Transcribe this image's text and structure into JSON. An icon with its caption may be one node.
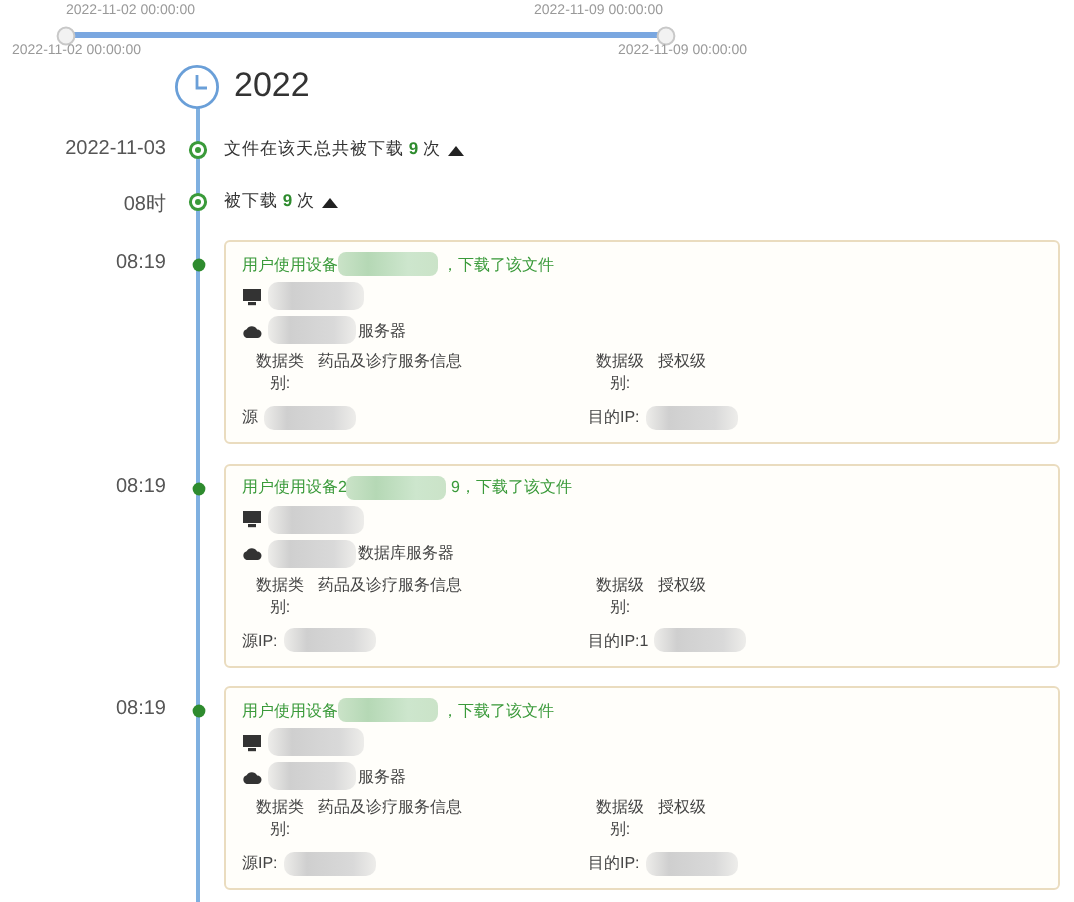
{
  "diagram": {
    "nodes": [
      {
        "text": [
          "用户使用设备",
          "，下载了该文件",
          "服务器",
          "数据类别:",
          "药品及诊疗服务信息",
          "数据级别:",
          "授权级",
          "源",
          "目的IP:"
        ],
        "beside": [
          "08:19"
        ]
      },
      {
        "text": [
          "用户使用设备2",
          "9，下载了该文件",
          "数据库服务器",
          "数据类别:",
          "药品及诊疗服务信息",
          "数据级别:",
          "授权级",
          "源IP:",
          "目的IP:1"
        ],
        "beside": [
          "08:19"
        ]
      },
      {
        "text": [
          "用户使用设备",
          "，下载了该文件",
          "服务器",
          "数据类别:",
          "药品及诊疗服务信息",
          "数据级别:",
          "授权级",
          "源IP:",
          "目的IP:"
        ],
        "beside": [
          "08:19"
        ]
      }
    ],
    "labels": [
      "2022-11-02 00:00:00",
      "2022-11-09 00:00:00",
      "2022-11-02 00:00:00",
      "2022-11-09 00:00:00",
      "2022",
      "2022-11-03",
      "文件在该天总共被下载 **9** 次",
      "08时",
      "被下载 **9** 次"
    ]
  }
}
